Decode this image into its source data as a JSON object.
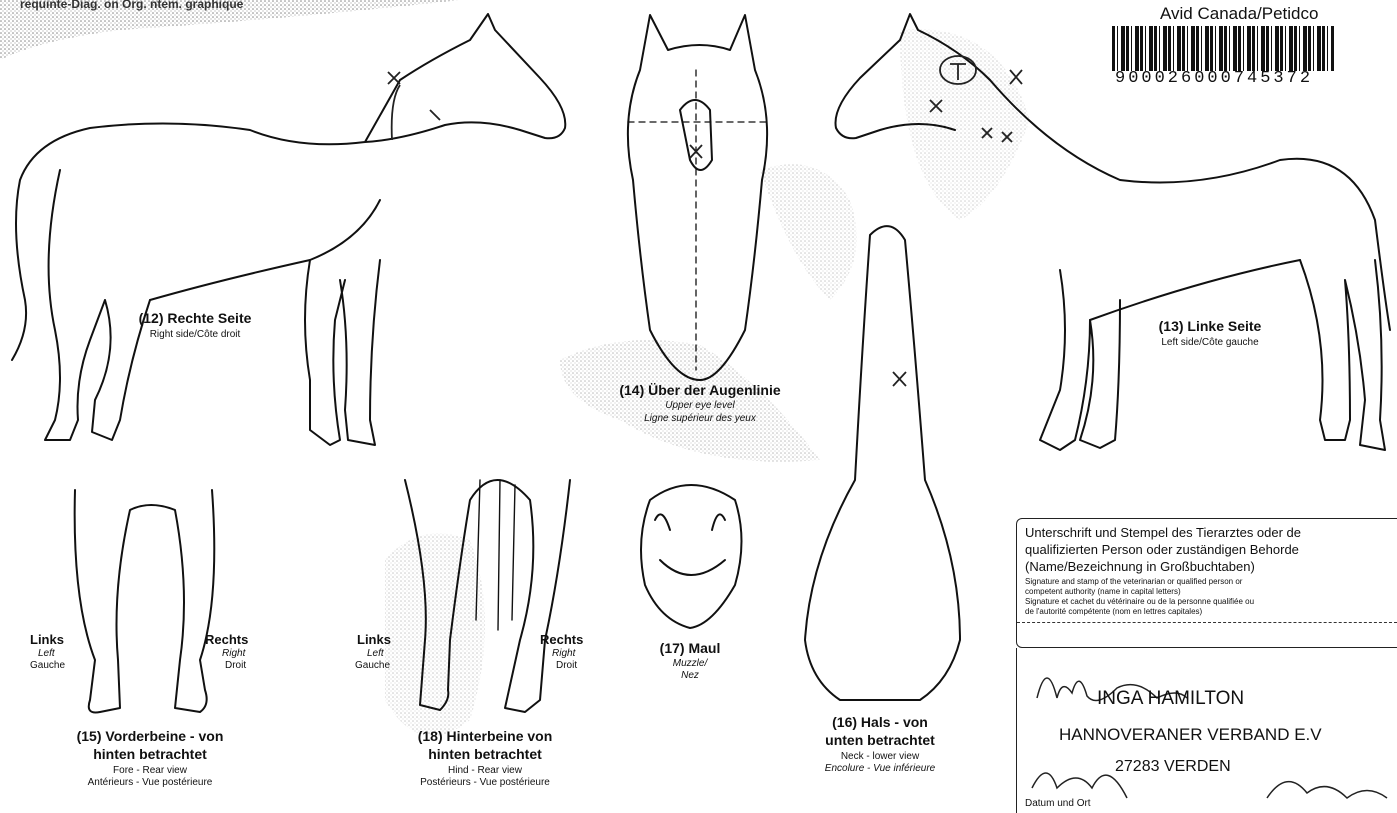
{
  "header_left": "requinte-Diag. on Org. ntem. graphique",
  "barcode": {
    "company": "Avid Canada/Petidco",
    "number": "900026000745372"
  },
  "views": {
    "right_side": {
      "title": "(12) Rechte Seite",
      "sub": "Right side/Côte droit"
    },
    "left_side": {
      "title": "(13) Linke Seite",
      "sub": "Left side/Côte gauche"
    },
    "head": {
      "title": "(14) Über der Augenlinie",
      "sub1": "Upper eye level",
      "sub2": "Ligne supérieur des yeux"
    },
    "forelegs": {
      "left": "Links",
      "left_en": "Left",
      "left_fr": "Gauche",
      "right": "Rechts",
      "right_en": "Right",
      "right_fr": "Droit",
      "title1": "(15) Vorderbeine - von",
      "title2": "hinten betrachtet",
      "sub1": "Fore - Rear view",
      "sub2": "Antérieurs - Vue postérieure"
    },
    "hindlegs": {
      "left": "Links",
      "left_en": "Left",
      "left_fr": "Gauche",
      "right": "Rechts",
      "right_en": "Right",
      "right_fr": "Droit",
      "title1": "(18) Hinterbeine  von",
      "title2": "hinten betrachtet",
      "sub1": "Hind - Rear view",
      "sub2": "Postérieurs - Vue postérieure"
    },
    "muzzle": {
      "title": "(17) Maul",
      "sub1": "Muzzle/",
      "sub2": "Nez"
    },
    "neck": {
      "title1": "(16) Hals - von",
      "title2": "unten betrachtet",
      "sub1": "Neck - lower view",
      "sub2": "Encolure - Vue inférieure"
    }
  },
  "signature": {
    "line1": "Unterschrift und Stempel des Tierarztes oder de",
    "line2": "qualifizierten Person oder zuständigen Behorde",
    "line3": "(Name/Bezeichnung in Großbuchtaben)",
    "en1": "Signature and stamp of the veterinarian or qualified person or",
    "en2": "competent authority (name in capital letters)",
    "fr1": "Signature et cachet du vétérinaire ou de la personne qualifiée ou",
    "fr2": "de l'autorité compétente (nom en lettres capitales)"
  },
  "stamp": {
    "name": "INGA HAMILTON",
    "org": "HANNOVERANER VERBAND E.V",
    "city": "27283 VERDEN",
    "date_label": "Datum und Ort"
  }
}
